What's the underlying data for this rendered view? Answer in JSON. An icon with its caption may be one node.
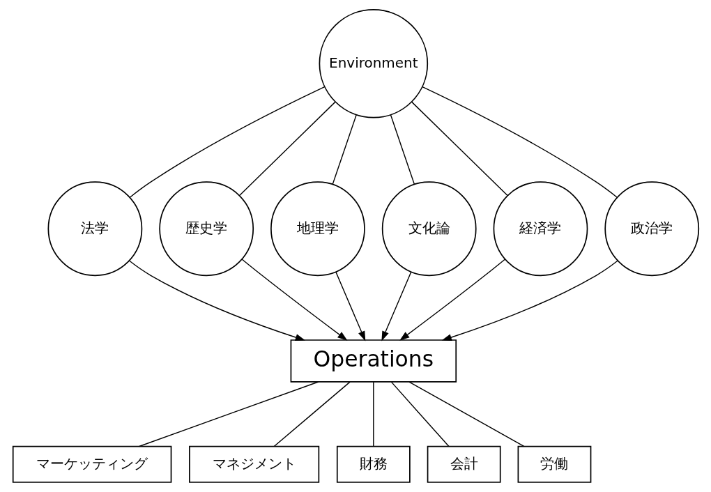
{
  "diagram": {
    "nodes": [
      {
        "text": [
          "Environment"
        ]
      },
      {
        "text": [
          "法学"
        ]
      },
      {
        "text": [
          "歴史学"
        ]
      },
      {
        "text": [
          "地理学"
        ]
      },
      {
        "text": [
          "文化論"
        ]
      },
      {
        "text": [
          "経済学"
        ]
      },
      {
        "text": [
          "政治学"
        ]
      },
      {
        "text": [
          "Operations"
        ]
      },
      {
        "text": [
          "マーケッティング"
        ]
      },
      {
        "text": [
          "マネジメント"
        ]
      },
      {
        "text": [
          "財務"
        ]
      },
      {
        "text": [
          "会計"
        ]
      },
      {
        "text": [
          "労働"
        ]
      }
    ],
    "edges": [
      {
        "from": 0,
        "to": 1,
        "arrow": "none"
      },
      {
        "from": 0,
        "to": 2,
        "arrow": "none"
      },
      {
        "from": 0,
        "to": 3,
        "arrow": "none"
      },
      {
        "from": 0,
        "to": 4,
        "arrow": "none"
      },
      {
        "from": 0,
        "to": 5,
        "arrow": "none"
      },
      {
        "from": 0,
        "to": 6,
        "arrow": "none"
      },
      {
        "from": 1,
        "to": 7,
        "arrow": "to"
      },
      {
        "from": 2,
        "to": 7,
        "arrow": "to"
      },
      {
        "from": 3,
        "to": 7,
        "arrow": "to"
      },
      {
        "from": 4,
        "to": 7,
        "arrow": "to"
      },
      {
        "from": 5,
        "to": 7,
        "arrow": "to"
      },
      {
        "from": 6,
        "to": 7,
        "arrow": "to"
      },
      {
        "from": 7,
        "to": 8,
        "arrow": "none"
      },
      {
        "from": 7,
        "to": 9,
        "arrow": "none"
      },
      {
        "from": 7,
        "to": 10,
        "arrow": "none"
      },
      {
        "from": 7,
        "to": 11,
        "arrow": "none"
      },
      {
        "from": 7,
        "to": 12,
        "arrow": "none"
      }
    ]
  }
}
